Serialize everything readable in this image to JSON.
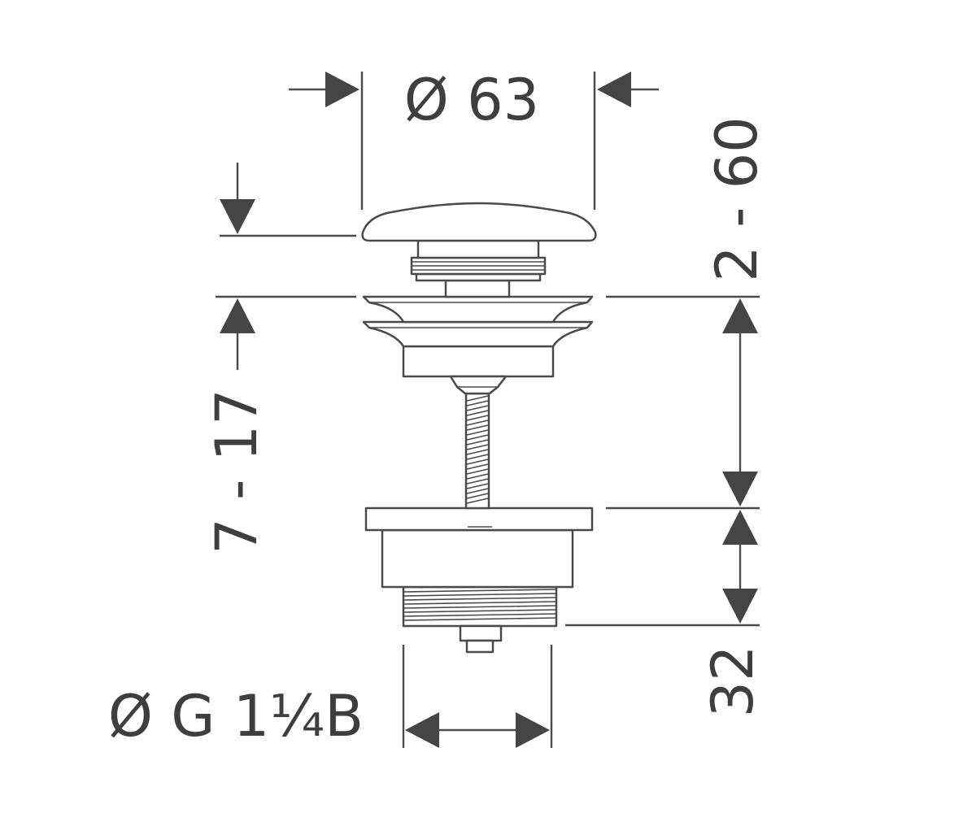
{
  "dimensions": {
    "cap_diameter": "Ø 63",
    "adjust_range": "2 - 60",
    "plug_travel": "7 - 17",
    "body_height": "32",
    "thread": "Ø G 1¼B"
  },
  "colors": {
    "line": "#4a4a4a",
    "arrow": "#454545",
    "text": "#3e3e3e",
    "background": "#ffffff"
  }
}
